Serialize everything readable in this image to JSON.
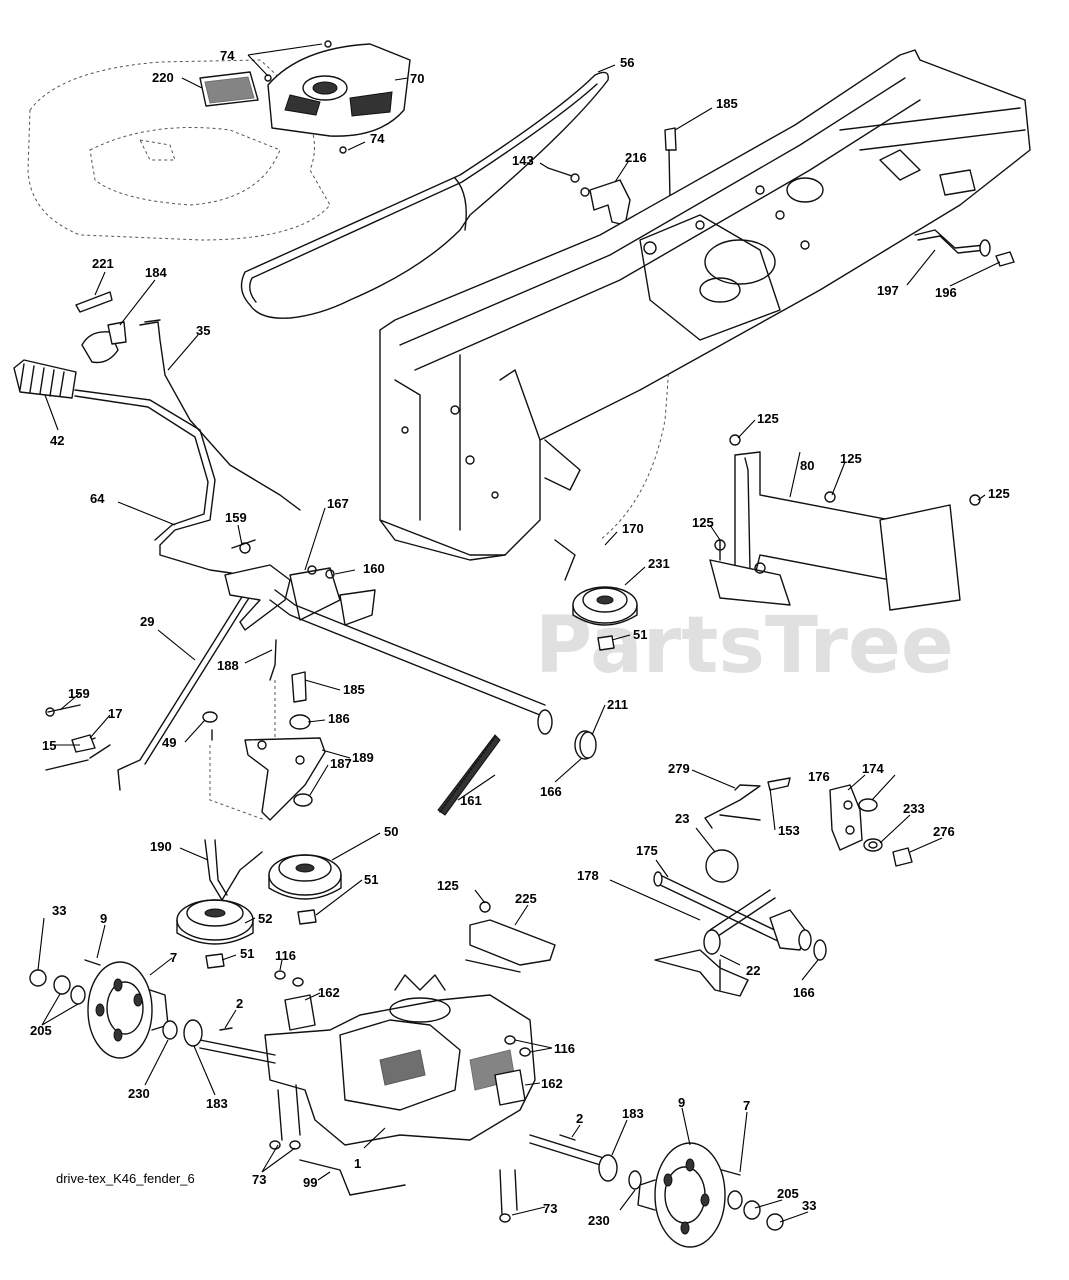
{
  "diagram": {
    "caption": "drive-tex_K46_fender_6",
    "watermark": "PartsTree",
    "callouts": [
      "74",
      "220",
      "70",
      "74",
      "56",
      "185",
      "143",
      "216",
      "221",
      "184",
      "35",
      "42",
      "64",
      "197",
      "196",
      "125",
      "80",
      "125",
      "125",
      "125",
      "167",
      "159",
      "160",
      "170",
      "231",
      "51",
      "29",
      "188",
      "185",
      "186",
      "189",
      "211",
      "49",
      "159",
      "17",
      "15",
      "161",
      "166",
      "187",
      "190",
      "50",
      "51",
      "52",
      "51",
      "279",
      "153",
      "176",
      "174",
      "233",
      "276",
      "23",
      "175",
      "178",
      "125",
      "225",
      "22",
      "166",
      "33",
      "9",
      "7",
      "205",
      "230",
      "183",
      "116",
      "162",
      "2",
      "116",
      "162",
      "2",
      "183",
      "9",
      "7",
      "205",
      "33",
      "1",
      "73",
      "99",
      "230",
      "73"
    ]
  }
}
